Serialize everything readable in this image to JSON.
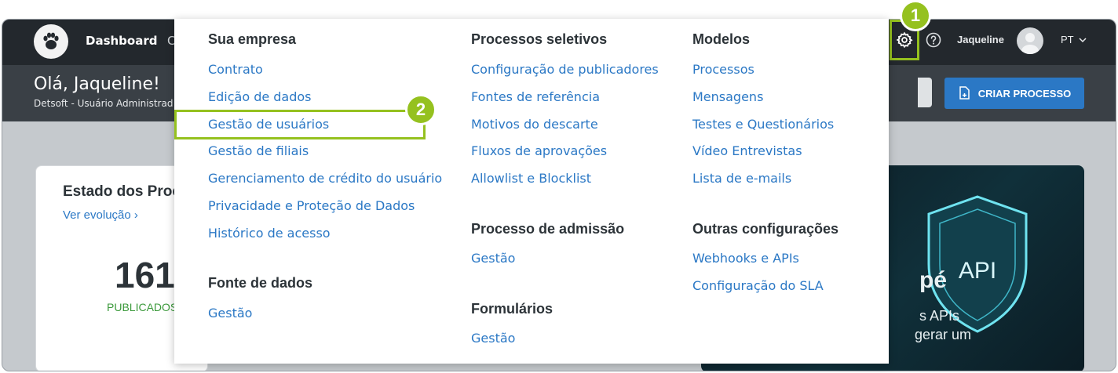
{
  "topbar": {
    "nav_dashboard": "Dashboard",
    "nav_more": "C",
    "user_name": "Jaqueline",
    "language": "PT"
  },
  "subheader": {
    "greeting": "Olá, Jaqueline!",
    "company": "Detsoft - Usuário Administrad",
    "create_button_label": "CRIAR PROCESSO"
  },
  "card": {
    "title": "Estado dos Proc",
    "link": "Ver evolução",
    "number": "161",
    "status": "PUBLICADOS"
  },
  "promo": {
    "shield_text": "API",
    "line1": "pé",
    "line2": "s APIs",
    "line3": "gerar um"
  },
  "callouts": {
    "badge1": "1",
    "badge2": "2"
  },
  "menu": {
    "sua_empresa": {
      "heading": "Sua empresa",
      "items": [
        "Contrato",
        "Edição de dados",
        "Gestão de usuários",
        "Gestão de filiais",
        "Gerenciamento de crédito do usuário",
        "Privacidade e Proteção de Dados",
        "Histórico de acesso"
      ]
    },
    "fonte_de_dados": {
      "heading": "Fonte de dados",
      "items": [
        "Gestão"
      ]
    },
    "processos_seletivos": {
      "heading": "Processos seletivos",
      "items": [
        "Configuração de publicadores",
        "Fontes de referência",
        "Motivos do descarte",
        "Fluxos de aprovações",
        "Allowlist e Blocklist"
      ]
    },
    "processo_admissao": {
      "heading": "Processo de admissão",
      "items": [
        "Gestão"
      ]
    },
    "formularios": {
      "heading": "Formulários",
      "items": [
        "Gestão"
      ]
    },
    "modelos": {
      "heading": "Modelos",
      "items": [
        "Processos",
        "Mensagens",
        "Testes e Questionários",
        "Vídeo Entrevistas",
        "Lista de e-mails"
      ]
    },
    "outras": {
      "heading": "Outras configurações",
      "items": [
        "Webhooks e APIs",
        "Configuração do SLA"
      ]
    }
  },
  "colors": {
    "accent_blue": "#2b78c5",
    "highlight_green": "#95c11f",
    "topbar_dark": "#23282d"
  }
}
